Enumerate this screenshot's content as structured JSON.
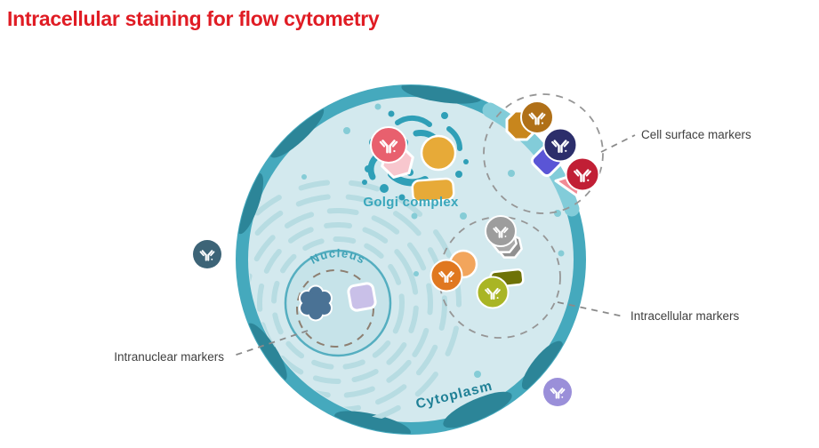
{
  "title": "Intracellular staining for flow cytometry",
  "colors": {
    "title_red": "#e01c24",
    "membrane": "#45a9bd",
    "membrane_patch": "#2c8598",
    "membrane_highlight_band": "#82ccd9",
    "cytoplasm_fill": "#d3e9ee",
    "er_arcs": "#b7dce2",
    "cytoplasm_dots": "#85ccd6",
    "nucleus_fill": "#c6e3e9",
    "nucleus_stroke": "#55aec0",
    "golgi_teal": "#2f9fb7",
    "callout_text": "#3f3f3f",
    "dashed_circle_gray": "#969696",
    "dashed_circle_brown": "#8d7f71",
    "antibody_glyph": "#ffffff"
  },
  "cell": {
    "cytoplasm_label": "Cytoplasm",
    "nucleus_label": "Nucleus",
    "golgi_label": "Golgi complex"
  },
  "callouts": {
    "cell_surface": {
      "label": "Cell surface markers"
    },
    "intracellular": {
      "label": "Intracellular markers"
    },
    "intranuclear": {
      "label": "Intranuclear markers"
    }
  },
  "markers": {
    "cell_surface": [
      {
        "name": "ochre antibody on octagon antigen",
        "antibody_color": "#b07018",
        "antigen_color": "#c8861d"
      },
      {
        "name": "navy antibody on diamond antigen",
        "antibody_color": "#2c2e6b",
        "antigen_color": "#5a55d6"
      },
      {
        "name": "red antibody on triangle antigen",
        "antibody_color": "#c11f35",
        "antigen_color": "#f28b95"
      }
    ],
    "intracellular": [
      {
        "name": "gray antibody on heptagon antigen",
        "antibody_color": "#9d9d9d",
        "antigen_color": "#a9a9a9"
      },
      {
        "name": "orange antibody on circle antigen",
        "antibody_color": "#e07820",
        "antigen_color": "#f2a55c"
      },
      {
        "name": "olive antibody on rectangle antigen",
        "antibody_color": "#a9b525",
        "antigen_color": "#6e7207"
      }
    ],
    "intranuclear": [
      {
        "name": "steel-blue flower antigen",
        "color": "#4a7295"
      },
      {
        "name": "lavender square antigen",
        "color": "#c9c0e8"
      }
    ],
    "golgi": [
      {
        "name": "pink antibody on hexagon antigen",
        "antibody_color": "#e8606e",
        "antigen_color": "#f8c7ce"
      },
      {
        "name": "yellow circle antigen",
        "color": "#e7aa38"
      },
      {
        "name": "yellow rectangle antigen",
        "color": "#e7aa38"
      }
    ],
    "free": [
      {
        "name": "slate free antibody",
        "color": "#3d6477"
      },
      {
        "name": "purple free antibody",
        "color": "#9a8fd9"
      }
    ]
  }
}
